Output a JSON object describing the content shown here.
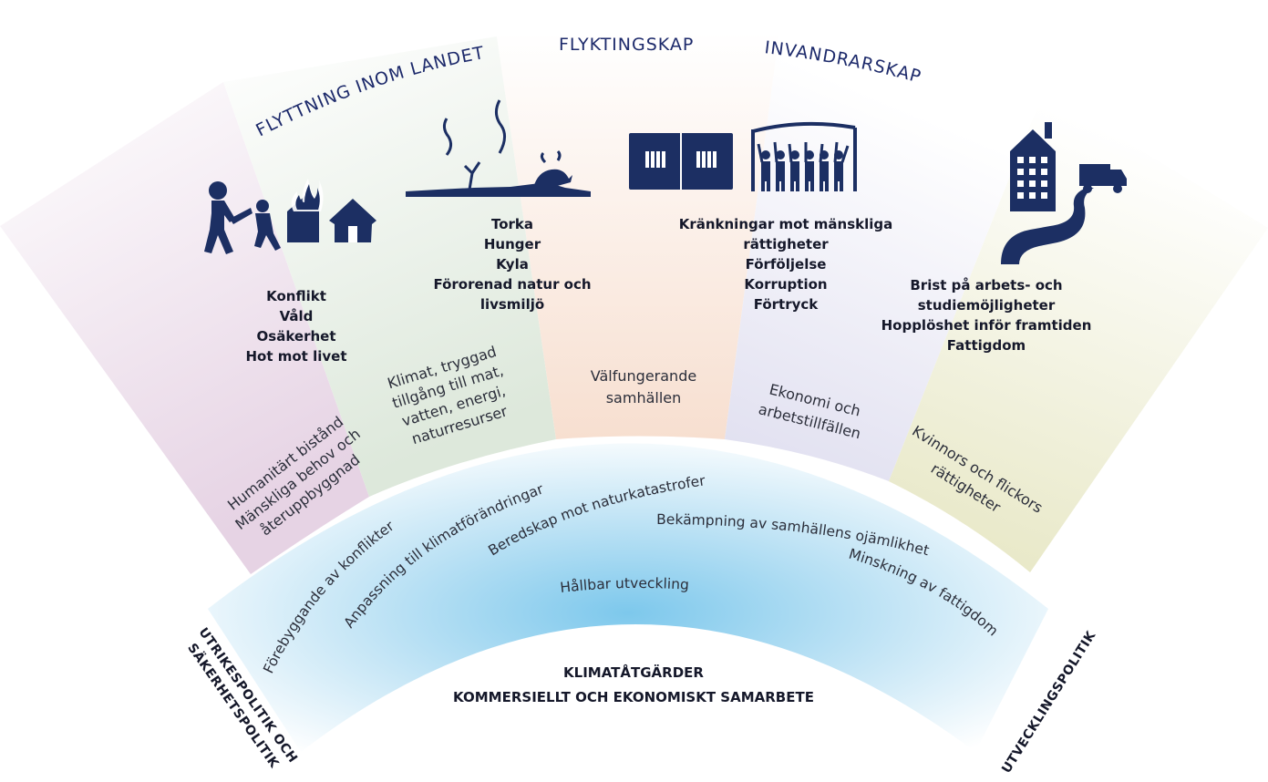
{
  "headers": {
    "internal": "FLYTTNING INOM LANDET",
    "refugee": "FLYKTINGSKAP",
    "immigration": "INVANDRARSKAP"
  },
  "causes": {
    "conflict": [
      "Konflikt",
      "Våld",
      "Osäkerhet",
      "Hot mot livet"
    ],
    "climate": [
      "Torka",
      "Hunger",
      "Kyla",
      "Förorenad natur och",
      "livsmiljö"
    ],
    "rights": [
      "Kränkningar mot mänskliga",
      "rättigheter",
      "Förföljelse",
      "Korruption",
      "Förtryck"
    ],
    "economy": [
      "Brist på arbets- och",
      "studiemöjligheter",
      "Hopplöshet inför framtiden",
      "Fattigdom"
    ]
  },
  "fan_topics": {
    "humanitarian": [
      "Humanitärt bistånd",
      "Mänskliga behov och",
      "återuppbyggnad"
    ],
    "resources": [
      "Klimat, tryggad",
      "tillgång till mat,",
      "vatten, energi,",
      "naturresurser"
    ],
    "societies": [
      "Välfungerande",
      "samhällen"
    ],
    "jobs": [
      "Ekonomi och",
      "arbetstillfällen"
    ],
    "women": [
      "Kvinnors och flickors",
      "rättigheter"
    ]
  },
  "arc_topics": {
    "prevention": "Förebyggande av konflikter",
    "adaptation": "Anpassning till klimatförändringar",
    "preparedness": "Beredskap mot naturkatastrofer",
    "inequality": "Bekämpning av samhällens ojämlikhet",
    "sustainable": "Hållbar utveckling",
    "poverty": "Minskning av fattigdom"
  },
  "bottom": {
    "line1": "KLIMATÅTGÄRDER",
    "line2": "KOMMERSIELLT OCH EKONOMISKT SAMARBETE"
  },
  "side_labels": {
    "left1": "UTRIKESPOLITIK OCH",
    "left2": "SÄKERHETSPOLITIK",
    "right": "UTVECKLINGSPOLITIK"
  },
  "colors": {
    "icons": "#1c2f63",
    "arc_center": "#7dc8ec",
    "wedge_pink": "#e6d3e4",
    "wedge_green": "#dde8db",
    "wedge_peach": "#f7dfd0",
    "wedge_lavender": "#dcdbee",
    "wedge_yellow": "#e6e6c2"
  },
  "icons": [
    "family-fleeing-icon",
    "burning-house-icon",
    "house-icon",
    "drought-landscape-icon",
    "prison-icon",
    "protest-crowd-icon",
    "apartment-building-icon",
    "road-icon",
    "truck-icon"
  ]
}
